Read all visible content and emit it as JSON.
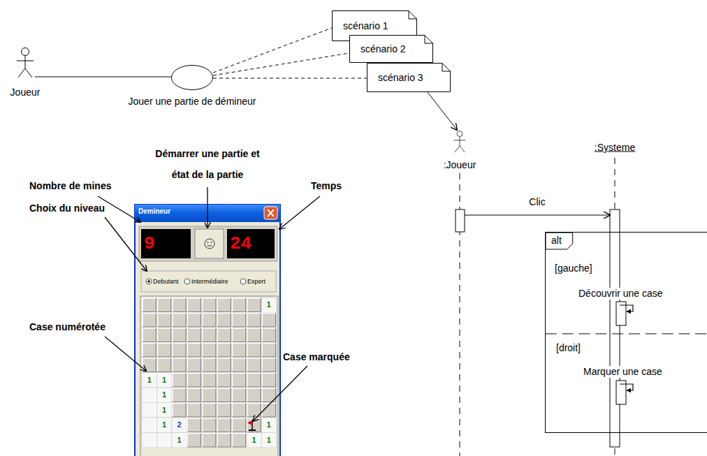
{
  "diagram": {
    "nodes": [
      {
        "text": [
          "Joueur"
        ]
      },
      {
        "text": [
          "Jouer une partie de démineur"
        ]
      },
      {
        "text": [
          "scénario 1"
        ]
      },
      {
        "text": [
          "scénario 2"
        ]
      },
      {
        "text": [
          "scénario 3"
        ]
      },
      {
        "text": [
          ":Joueur"
        ]
      },
      {
        "text": [
          ":Systeme"
        ]
      },
      {
        "text": [
          "alt"
        ]
      }
    ],
    "edges": [
      {
        "from": 0,
        "to": 1,
        "arrow": "none"
      },
      {
        "from": 1,
        "to": 2,
        "arrow": "none"
      },
      {
        "from": 1,
        "to": 3,
        "arrow": "none"
      },
      {
        "from": 1,
        "to": 4,
        "arrow": "none"
      },
      {
        "from": 4,
        "to": 5,
        "arrow": "to"
      },
      {
        "from": 5,
        "to": 6,
        "label": "Clic",
        "arrow": "to"
      }
    ],
    "labels": [
      "Démarrer une partie et état de la partie",
      "Nombre de mines",
      "Temps",
      "Choix du niveau",
      "Demineur",
      "9",
      "24",
      "Debutant",
      "Intermédiaire",
      "Expert",
      "[gauche]",
      "Découvrir une case",
      "1",
      "Case numérotée",
      "1",
      "1",
      "[droit]",
      "Case marquée",
      "Marquer une case",
      "1",
      "1",
      "1",
      "2",
      "1",
      "1",
      "1",
      "1"
    ]
  }
}
